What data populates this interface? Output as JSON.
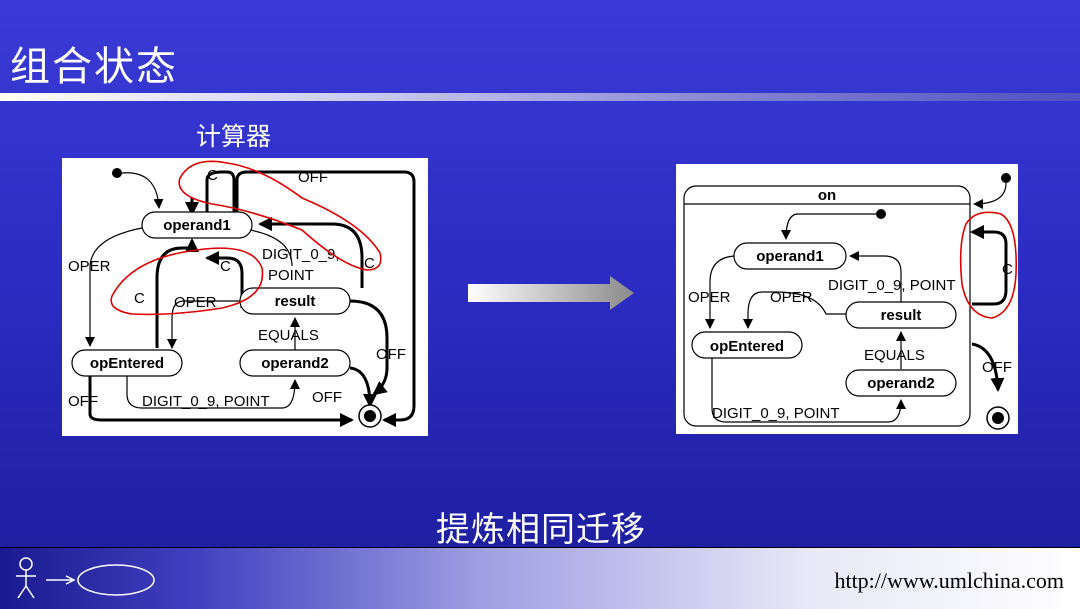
{
  "slide": {
    "title": "组合状态",
    "caption_top": "计算器",
    "caption_bottom": "提炼相同迁移",
    "footer_url": "http://www.umlchina.com"
  },
  "left_diagram": {
    "states": {
      "operand1": "operand1",
      "opEntered": "opEntered",
      "result": "result",
      "operand2": "operand2"
    },
    "labels": {
      "off_top": "OFF",
      "c_top": "C",
      "c_right": "C",
      "c_mid": "C",
      "c_left": "C",
      "digit_1": "DIGIT_0_9,",
      "point": "POINT",
      "oper_left": "OPER",
      "oper_mid": "OPER",
      "equals": "EQUALS",
      "off_right": "OFF",
      "off_bottom_left": "OFF",
      "digit_bottom": "DIGIT_0_9, POINT",
      "off_bottom_mid": "OFF"
    }
  },
  "right_diagram": {
    "composite_name": "on",
    "states": {
      "operand1": "operand1",
      "opEntered": "opEntered",
      "result": "result",
      "operand2": "operand2"
    },
    "labels": {
      "digit_point": "DIGIT_0_9, POINT",
      "oper_left": "OPER",
      "oper_mid": "OPER",
      "equals": "EQUALS",
      "c": "C",
      "off": "OFF",
      "digit_bottom": "DIGIT_0_9, POINT"
    }
  },
  "colors": {
    "background": "#2c2cc4",
    "annotation": "#e00000"
  }
}
